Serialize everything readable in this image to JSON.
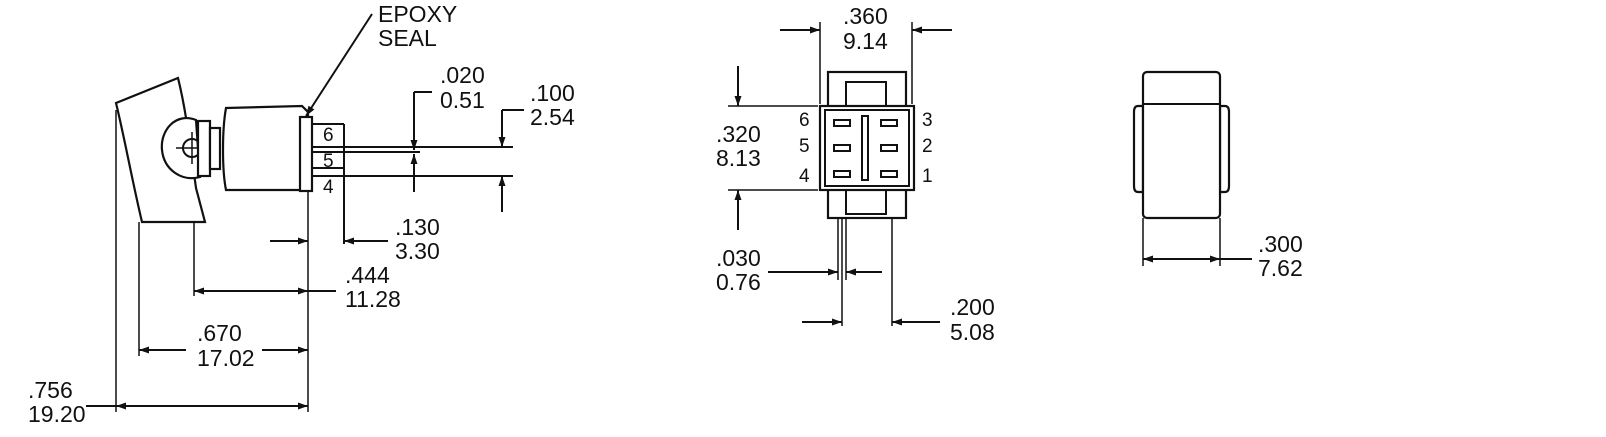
{
  "views": {
    "side": {
      "callout": {
        "line1": "EPOXY",
        "line2": "SEAL"
      },
      "pins": [
        "6",
        "5",
        "4"
      ],
      "dims": {
        "pin_thickness": {
          "inch": ".020",
          "mm": "0.51"
        },
        "pin_spacing": {
          "inch": ".100",
          "mm": "2.54"
        },
        "pin_length": {
          "inch": ".130",
          "mm": "3.30"
        },
        "body_length": {
          "inch": ".444",
          "mm": "11.28"
        },
        "actuator_to_terminals": {
          "inch": ".670",
          "mm": "17.02"
        },
        "overall_length": {
          "inch": ".756",
          "mm": "19.20"
        }
      }
    },
    "terminal": {
      "pins_left": [
        "6",
        "5",
        "4"
      ],
      "pins_right": [
        "3",
        "2",
        "1"
      ],
      "dims": {
        "width": {
          "inch": ".360",
          "mm": "9.14"
        },
        "height": {
          "inch": ".320",
          "mm": "8.13"
        },
        "pin_width": {
          "inch": ".030",
          "mm": "0.76"
        },
        "pin_pitch": {
          "inch": ".200",
          "mm": "5.08"
        }
      }
    },
    "front": {
      "dims": {
        "width": {
          "inch": ".300",
          "mm": "7.62"
        }
      }
    }
  }
}
